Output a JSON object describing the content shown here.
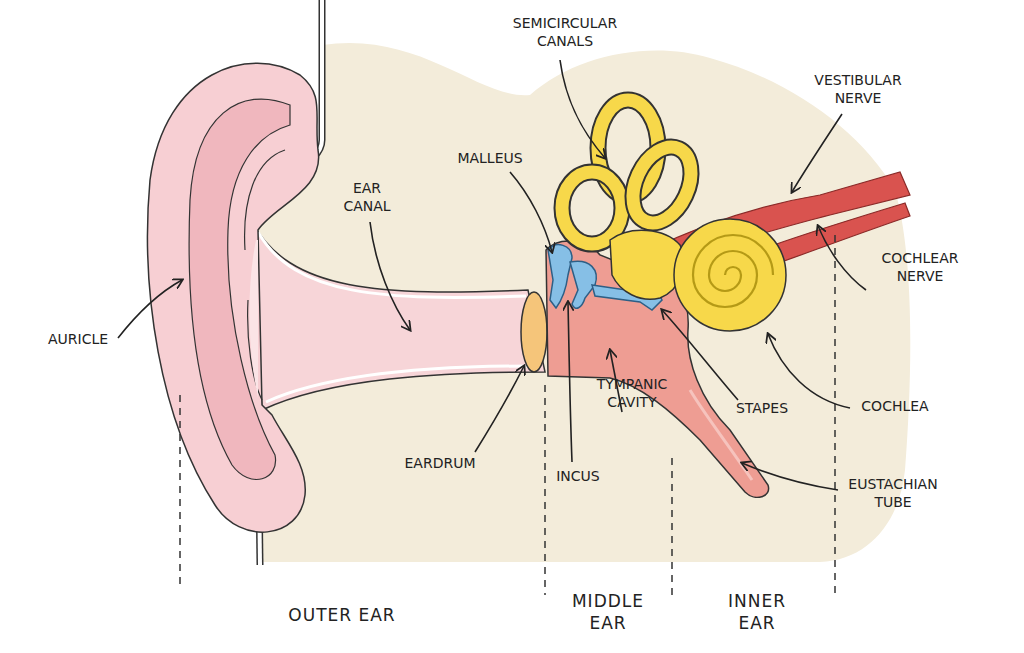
{
  "diagram": {
    "labels": [
      "SEMICIRCULAR CANALS",
      "VESTIBULAR NERVE",
      "MALLEUS",
      "EAR CANAL",
      "COCHLEAR NERVE",
      "AURICLE",
      "TYMPANIC CAVITY",
      "STAPES",
      "COCHLEA",
      "EARDRUM",
      "INCUS",
      "EUSTACHIAN TUBE",
      "OUTER EAR",
      "MIDDLE EAR",
      "INNER EAR"
    ]
  }
}
